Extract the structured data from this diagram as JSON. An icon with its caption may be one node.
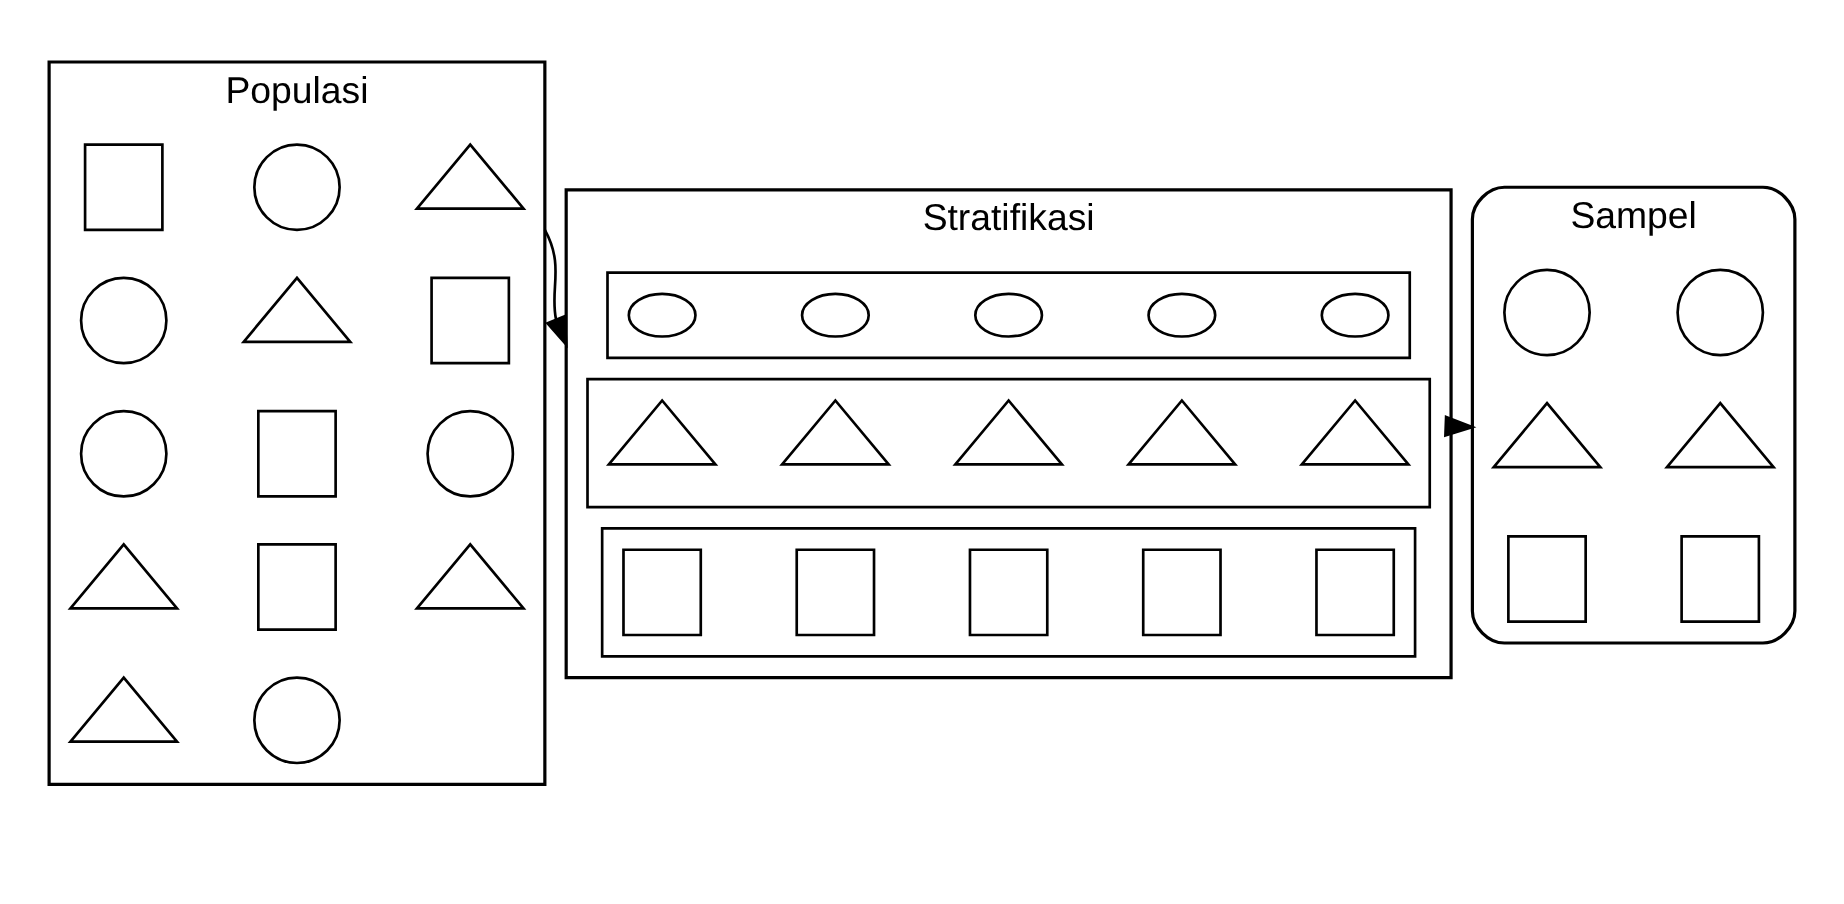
{
  "diagram": {
    "nodes": [
      {
        "text": [
          "Populasi"
        ]
      },
      {
        "text": [],
        "shape": "circle",
        "in": 0
      },
      {
        "text": [],
        "shape": "box",
        "in": 0
      },
      {
        "text": [],
        "shape": "circle",
        "in": 0
      },
      {
        "text": [],
        "shape": "triangle",
        "in": 0
      },
      {
        "text": [],
        "shape": "box",
        "in": 0
      },
      {
        "text": [],
        "shape": "triangle",
        "in": 0
      },
      {
        "text": [],
        "shape": "box",
        "in": 0
      },
      {
        "text": [],
        "shape": "circle",
        "in": 0
      },
      {
        "text": [],
        "shape": "triangle",
        "in": 0
      },
      {
        "text": [],
        "shape": "circle",
        "in": 0
      },
      {
        "text": [],
        "shape": "triangle",
        "in": 0
      },
      {
        "text": [],
        "shape": "box",
        "in": 0
      },
      {
        "text": [],
        "shape": "triangle",
        "in": 0
      },
      {
        "text": [],
        "shape": "circle",
        "in": 0
      },
      {
        "text": [
          "Stratifikasi"
        ]
      },
      {
        "text": [],
        "shape": "band",
        "in": 15
      },
      {
        "text": [],
        "shape": "ellipse",
        "in": 16
      },
      {
        "text": [],
        "shape": "ellipse",
        "in": 16
      },
      {
        "text": [],
        "shape": "ellipse",
        "in": 16
      },
      {
        "text": [],
        "shape": "ellipse",
        "in": 16
      },
      {
        "text": [],
        "shape": "ellipse",
        "in": 16
      },
      {
        "text": [],
        "shape": "band",
        "in": 15
      },
      {
        "text": [],
        "shape": "triangle",
        "in": 22
      },
      {
        "text": [],
        "shape": "triangle",
        "in": 22
      },
      {
        "text": [],
        "shape": "triangle",
        "in": 22
      },
      {
        "text": [],
        "shape": "triangle",
        "in": 22
      },
      {
        "text": [],
        "shape": "triangle",
        "in": 22
      },
      {
        "text": [],
        "shape": "band",
        "in": 15
      },
      {
        "text": [],
        "shape": "box",
        "in": 28
      },
      {
        "text": [],
        "shape": "box",
        "in": 28
      },
      {
        "text": [],
        "shape": "box",
        "in": 28
      },
      {
        "text": [],
        "shape": "box",
        "in": 28
      },
      {
        "text": [],
        "shape": "box",
        "in": 28
      },
      {
        "text": [
          "Sampel"
        ]
      },
      {
        "text": [],
        "shape": "circle",
        "in": 34
      },
      {
        "text": [],
        "shape": "circle",
        "in": 34
      },
      {
        "text": [],
        "shape": "triangle",
        "in": 34
      },
      {
        "text": [],
        "shape": "triangle",
        "in": 34
      },
      {
        "text": [],
        "shape": "box",
        "in": 34
      },
      {
        "text": [],
        "shape": "box",
        "in": 34
      }
    ],
    "edges": [
      {
        "from": 0,
        "to": 15,
        "arrow": "to"
      },
      {
        "from": 15,
        "to": 34,
        "arrow": "to"
      }
    ]
  }
}
